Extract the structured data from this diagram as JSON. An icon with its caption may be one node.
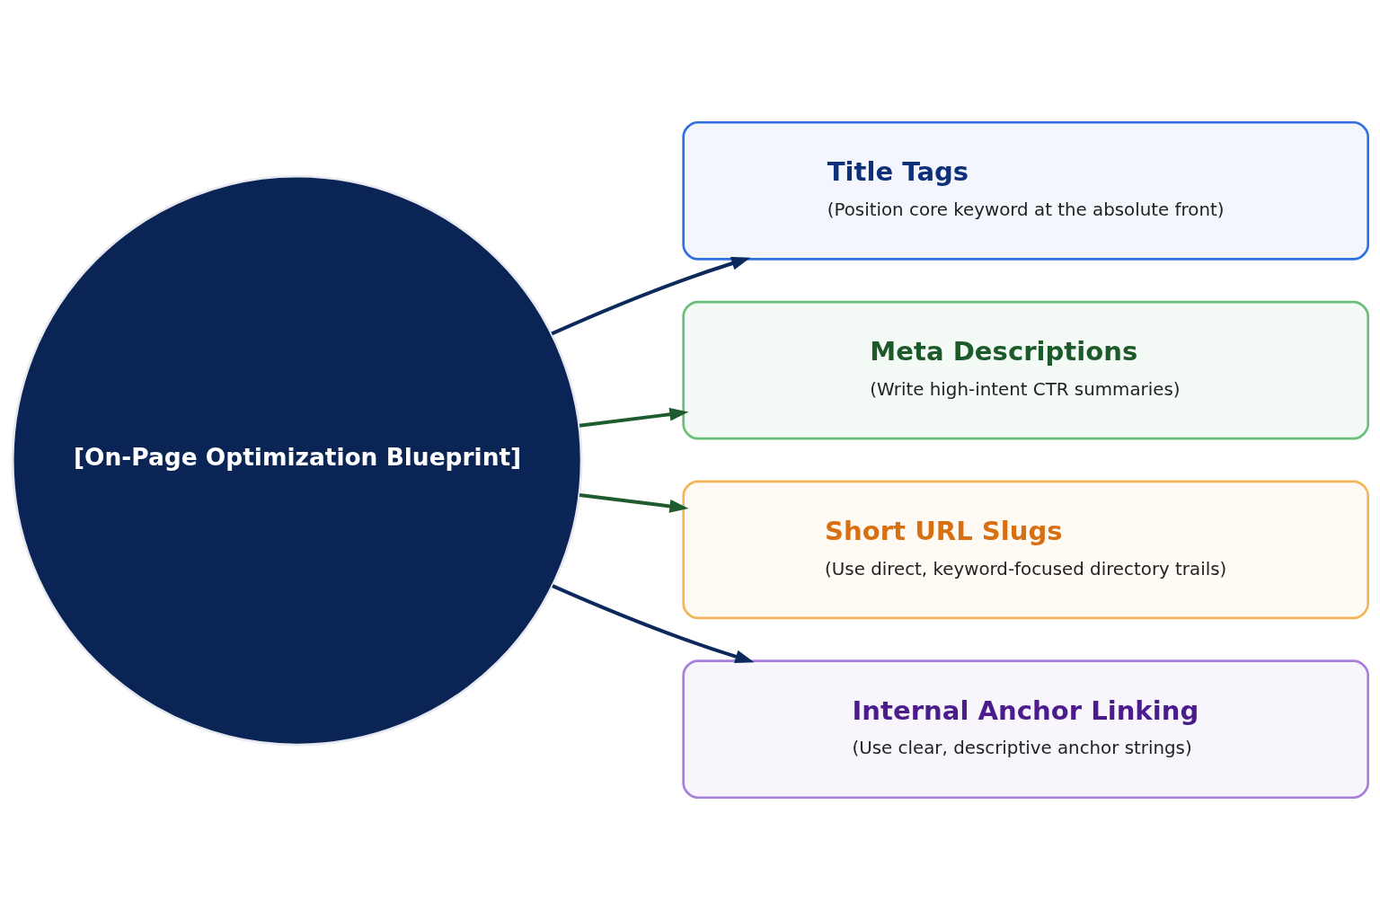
{
  "diagram": {
    "nodes": [
      {
        "text": [
          "[On-Page Optimization Blueprint]"
        ]
      },
      {
        "text": [
          "Title Tags",
          "(Position core keyword at the absolute front)"
        ]
      },
      {
        "text": [
          "Meta Descriptions",
          "(Write high-intent CTR summaries)"
        ]
      },
      {
        "text": [
          "Short URL Slugs",
          "(Use direct, keyword-focused directory trails)"
        ]
      },
      {
        "text": [
          "Internal Anchor Linking",
          "(Use clear, descriptive anchor strings)"
        ]
      }
    ],
    "edges": [
      {
        "from": 0,
        "to": 1,
        "arrow": "to",
        "color": "#0b2a5b"
      },
      {
        "from": 0,
        "to": 2,
        "arrow": "to",
        "color": "#1e5b2e"
      },
      {
        "from": 0,
        "to": 3,
        "arrow": "to",
        "color": "#1e5b2e"
      },
      {
        "from": 0,
        "to": 4,
        "arrow": "to",
        "color": "#0b2a5b"
      }
    ]
  }
}
